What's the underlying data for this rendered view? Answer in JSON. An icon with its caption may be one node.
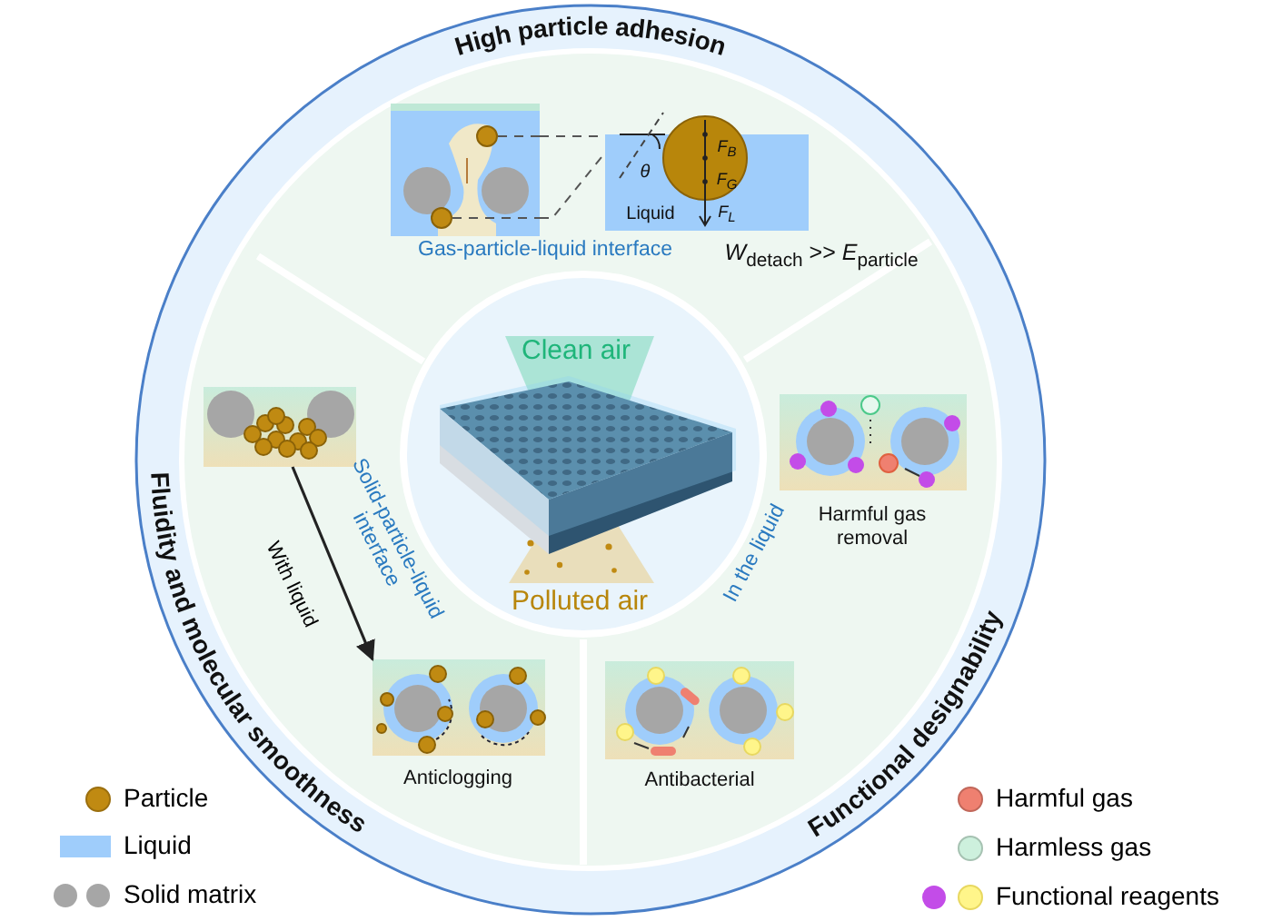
{
  "diagram": {
    "nodes": [
      {
        "text": [
          "Clean air",
          "Polluted air"
        ]
      },
      {
        "text": [],
        "shape": "picture"
      },
      {
        "text": [
          "Anticlogging"
        ]
      },
      {
        "text": [
          "Harmful gas removal"
        ]
      },
      {
        "text": [
          "Antibacterial"
        ]
      },
      {
        "text": [],
        "shape": "picture"
      },
      {
        "text": [
          "θ",
          "F$_{B}$",
          "F$_{G}$",
          "Liquid",
          "F$_{L}$"
        ]
      }
    ],
    "edges": [
      {
        "from": 1,
        "to": 2,
        "arrow": "to",
        "label": "With liquid"
      },
      {
        "from": 5,
        "to": 6,
        "arrow": "none",
        "style": "dashed"
      },
      {
        "from": 5,
        "to": 6,
        "arrow": "none",
        "style": "dashed"
      }
    ],
    "labels": [
      "High particle adhesion",
      "Gas-particle-liquid interface",
      "*W*$_{detach}$ >> *E*$_{particle}$",
      "Solid-particle-liquid interface",
      "In the liquid",
      "Fluidity and molecular smoothness",
      "Functional designability"
    ],
    "legend": [
      {
        "text": "Particle",
        "color": "#c08a12"
      },
      {
        "text": "Liquid",
        "color": "#9fcdfb"
      },
      {
        "text": "Solid matrix",
        "color": "#a6a6a6"
      },
      {
        "text": "Harmful gas",
        "color": "#ef8070"
      },
      {
        "text": "Harmless gas",
        "color": "#cdf0dd"
      },
      {
        "text": "Functional reagents"
      }
    ]
  }
}
